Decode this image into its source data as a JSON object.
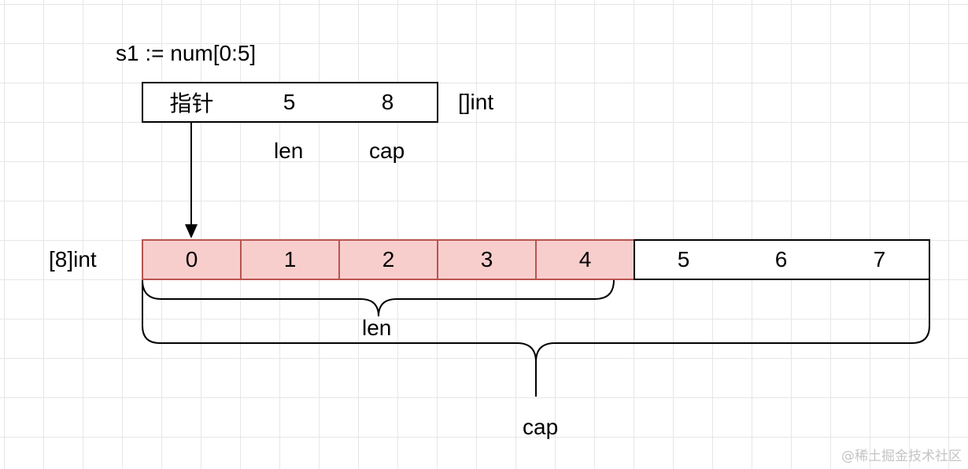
{
  "diagram": {
    "slice_expr": "s1 := num[0:5]",
    "slice_header": {
      "type_label": "[]int",
      "fields": [
        "指针",
        "5",
        "8"
      ],
      "field_labels": {
        "len": "len",
        "cap": "cap"
      }
    },
    "array": {
      "type_label": "[8]int",
      "cells": [
        "0",
        "1",
        "2",
        "3",
        "4",
        "5",
        "6",
        "7"
      ],
      "highlighted_count": 5,
      "highlight_fill": "#f8cecc",
      "highlight_stroke": "#b85450"
    },
    "brace_labels": {
      "len": "len",
      "cap": "cap"
    }
  },
  "watermark": "@稀土掘金技术社区"
}
